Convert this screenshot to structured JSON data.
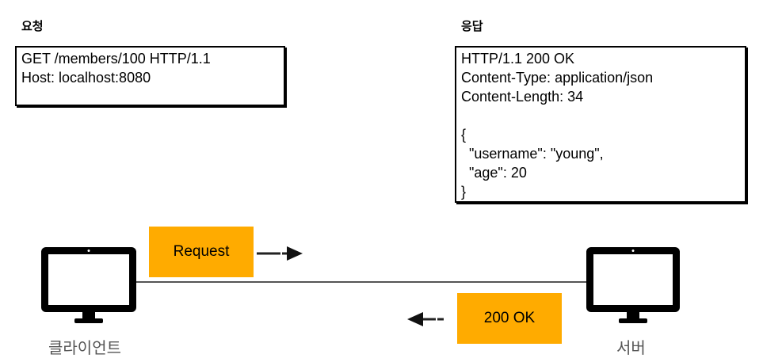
{
  "request": {
    "title": "요청",
    "lines": [
      "GET /members/100 HTTP/1.1",
      "Host: localhost:8080"
    ]
  },
  "response": {
    "title": "응답",
    "lines": [
      "HTTP/1.1 200 OK",
      "Content-Type: application/json",
      "Content-Length: 34",
      "",
      "{",
      "  \"username\": \"young\",",
      "  \"age\": 20",
      "}"
    ]
  },
  "flow": {
    "request_label": "Request",
    "response_label": "200 OK",
    "client_label": "클라이언트",
    "server_label": "서버",
    "accent_color": "#ffab00"
  }
}
